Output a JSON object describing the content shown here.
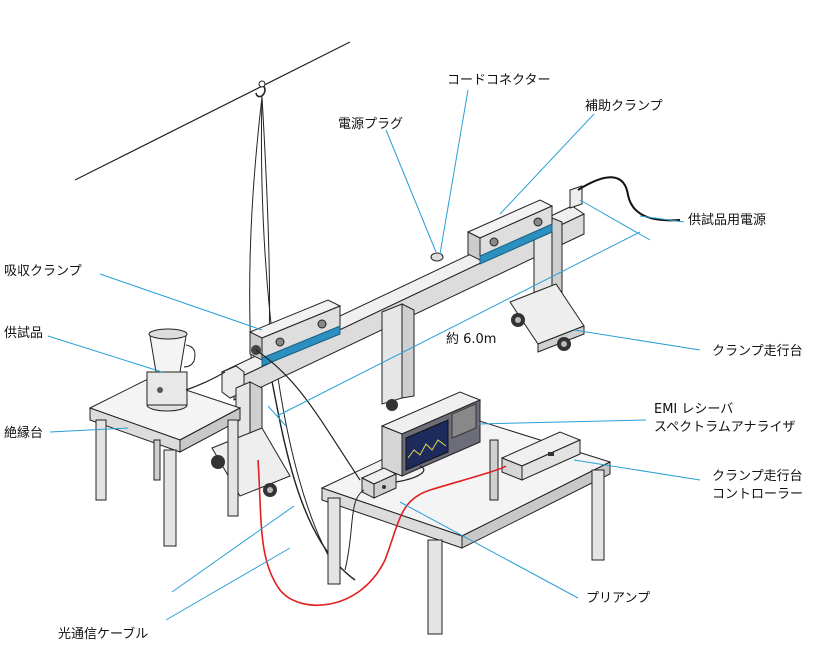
{
  "labels": {
    "cord_connector": "コードコネクター",
    "aux_clamp": "補助クランプ",
    "power_plug": "電源プラグ",
    "eut_power": "供試品用電源",
    "absorbing_clamp": "吸収クランプ",
    "eut": "供試品",
    "distance": "約 6.0m",
    "clamp_carriage": "クランプ走行台",
    "insulating_table": "絶縁台",
    "emi_receiver_line1": "EMI レシーバ",
    "emi_receiver_line2": "スペクトラムアナライザ",
    "carriage_controller_line1": "クランプ走行台",
    "carriage_controller_line2": "コントローラー",
    "preamp": "プリアンプ",
    "optical_cable": "光通信ケーブル"
  },
  "colors": {
    "leader": "#2a9fd6",
    "cable": "#e0201e",
    "clamp_base": "#2b8fc0",
    "outline": "#222222"
  }
}
